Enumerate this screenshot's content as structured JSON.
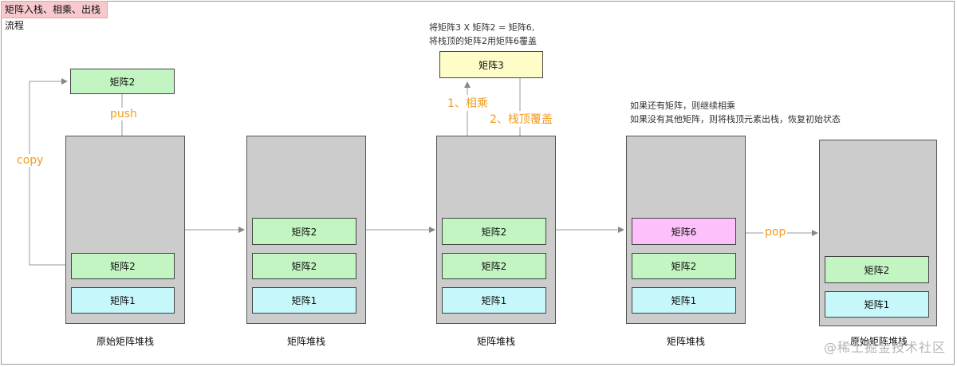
{
  "title": "矩阵入栈、相乘、出栈流程",
  "labels": {
    "push": "push",
    "copy": "copy",
    "multiply": "1、相乘",
    "cover": "2、栈顶覆盖",
    "pop": "pop"
  },
  "notes": {
    "multiply_note": "将矩阵3 X 矩阵2 = 矩阵6,\n将栈顶的矩阵2用矩阵6覆盖",
    "continue_note": "如果还有矩阵，则继续相乘\n如果没有其他矩阵，则将栈顶元素出栈，恢复初始状态"
  },
  "stacks": [
    {
      "caption": "原始矩阵堆栈",
      "items": [
        "矩阵2",
        "矩阵1"
      ]
    },
    {
      "caption": "矩阵堆栈",
      "items": [
        "矩阵2",
        "矩阵2",
        "矩阵1"
      ]
    },
    {
      "caption": "矩阵堆栈",
      "items": [
        "矩阵2",
        "矩阵2",
        "矩阵1"
      ]
    },
    {
      "caption": "矩阵堆栈",
      "items": [
        "矩阵6",
        "矩阵2",
        "矩阵1"
      ]
    },
    {
      "caption": "原始矩阵堆栈",
      "items": [
        "矩阵2",
        "矩阵1"
      ]
    }
  ],
  "floating": {
    "pushed_matrix": "矩阵2",
    "matrix3": "矩阵3"
  },
  "watermark": "@稀土掘金技术社区",
  "colors": {
    "green": "#c2f5c2",
    "cyan": "#c6f7fa",
    "yellow": "#fffdc7",
    "pink": "#fdc0fb",
    "orange": "#f29c1f",
    "stack_gray": "#cccccc"
  }
}
